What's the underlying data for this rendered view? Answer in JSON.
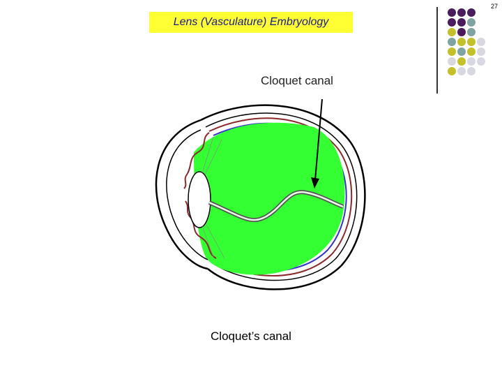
{
  "slide": {
    "page_number": "27",
    "title": "Lens (Vasculature) Embryology",
    "caption": "Cloquet’s canal"
  },
  "diagram": {
    "canal_label": "Cloquet canal",
    "vitreous_color": "#33ff33",
    "retina_color": "#3333cc",
    "choroid_color": "#8b2a2a"
  },
  "theme": {
    "dot_colors": [
      "#4b1c5c",
      "#7fa3a3",
      "#c4c02a",
      "#d8d8e3"
    ]
  }
}
